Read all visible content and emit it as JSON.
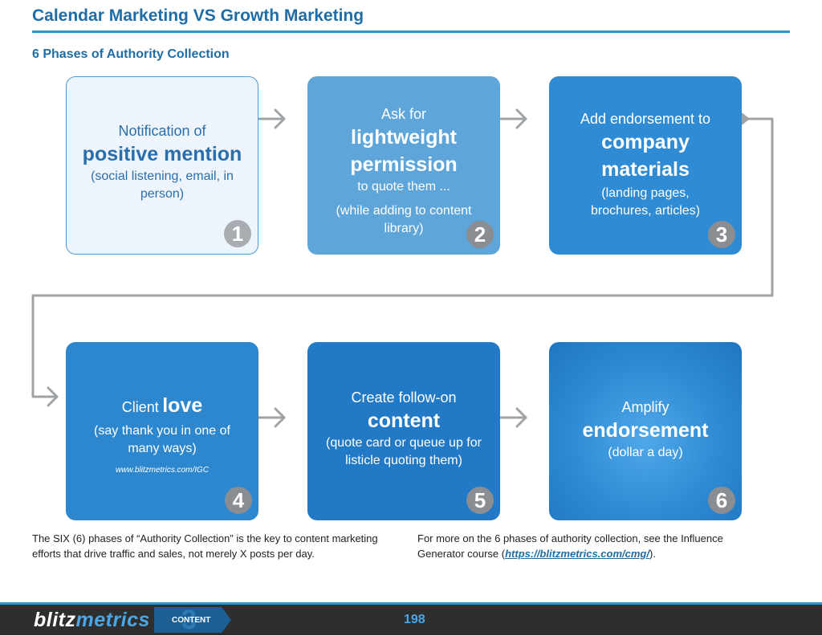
{
  "header": {
    "title": "Calendar Marketing VS Growth Marketing",
    "subtitle": "6 Phases of Authority Collection"
  },
  "phases": [
    {
      "number": "1",
      "pre": "Notification of",
      "bold": "positive mention",
      "detail": "(social listening, email, in person)"
    },
    {
      "number": "2",
      "pre": "Ask for",
      "bold": "lightweight permission",
      "post": "to quote them ...",
      "detail": "(while adding to content library)"
    },
    {
      "number": "3",
      "pre": "Add endorsement to",
      "bold": "company materials",
      "detail": "(landing pages, brochures, articles)"
    },
    {
      "number": "4",
      "pre": "Client",
      "bold": "love",
      "detail": "(say thank you in one of many ways)",
      "link": "www.blitzmetrics.com/IGC"
    },
    {
      "number": "5",
      "pre": "Create follow-on",
      "bold": "content",
      "detail": "(quote card or queue up for listicle quoting them)"
    },
    {
      "number": "6",
      "pre": "Amplify",
      "bold": "endorsement",
      "detail": "(dollar a day)"
    }
  ],
  "notes": {
    "left": "The SIX (6) phases of “Authority Collection” is the key to content marketing efforts that drive traffic and sales, not merely X posts per day.",
    "right_prefix": "For more on the 6 phases of authority collection, see the Influence Generator course (",
    "right_link": "https://blitzmetrics.com/cmg/",
    "right_suffix": ")."
  },
  "footer": {
    "brand_a": "blitz",
    "brand_b": "metrics",
    "section_number": "3",
    "section_label": "CONTENT",
    "page_number": "198"
  },
  "colors": {
    "accent": "#2196d6",
    "title": "#1f6da6",
    "footer_bg": "#2e2e2e",
    "arrow": "#a0a3a6"
  }
}
